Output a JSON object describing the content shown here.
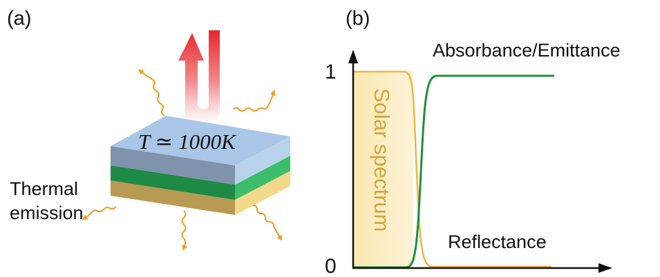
{
  "panel_a": {
    "label": "(a)",
    "temperature": "T ≃ 1000K",
    "thermal_emission_line1": "Thermal",
    "thermal_emission_line2": "emission",
    "colors": {
      "top_layer": "#a9c6e6",
      "middle_layer": "#2fae5f",
      "bottom_layer": "#d6b766",
      "heat_arrow": "#e8262b",
      "emission_waves": "#f59a1c"
    },
    "icons": [
      "heat-flow-arrow-icon",
      "thermal-emission-wave-icon"
    ]
  },
  "panel_b": {
    "label": "(b)",
    "absorbance_label": "Absorbance/Emittance",
    "reflectance_label": "Reflectance",
    "solar_spectrum_label": "Solar spectrum",
    "y_tick_top": "1",
    "y_tick_bottom": "0",
    "colors": {
      "absorbance_curve": "#1f8f3a",
      "reflectance_curve": "#f1b53a",
      "solar_band": "#fbecc0"
    }
  }
}
